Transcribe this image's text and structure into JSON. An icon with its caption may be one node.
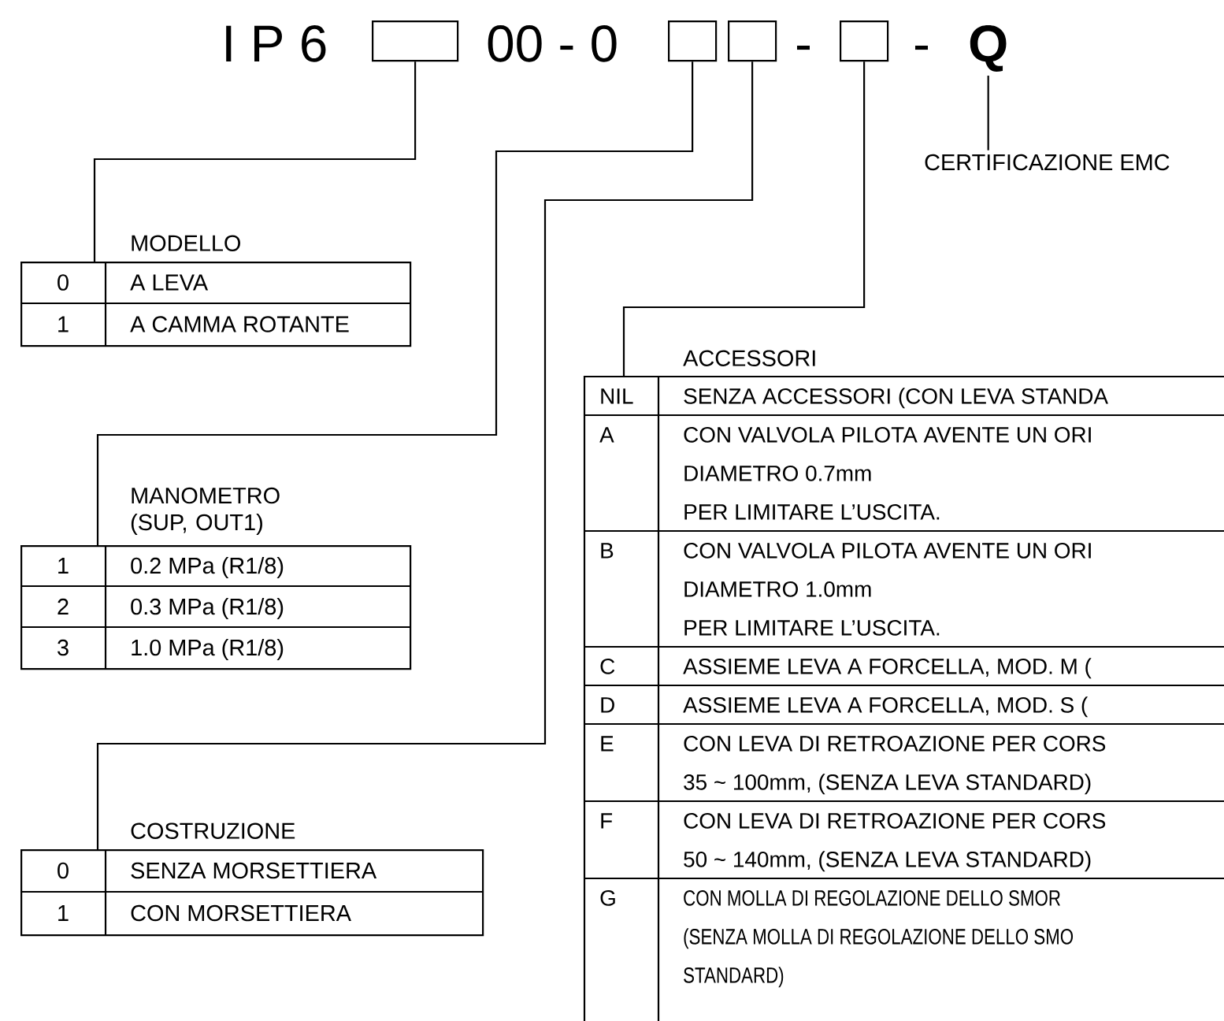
{
  "diagram": {
    "nodes": [
      {
        "text": [],
        "shape": "box"
      },
      {
        "text": [],
        "shape": "box"
      },
      {
        "text": [],
        "shape": "box"
      },
      {
        "text": [],
        "shape": "box"
      },
      {
        "text": [
          "Q"
        ]
      },
      {
        "text": [
          "CERTIFICAZIONE EMC"
        ]
      },
      {
        "text": [
          "MODELLO",
          "0",
          "A LEVA",
          "1",
          "A CAMMA ROTANTE"
        ]
      },
      {
        "text": [
          "MANOMETRO (SUP, OUT1)",
          "1",
          "0.2 MPa (R1/8)",
          "2",
          "0.3 MPa (R1/8)",
          "3",
          "1.0 MPa (R1/8)"
        ]
      },
      {
        "text": [
          "COSTRUZIONE",
          "0",
          "SENZA MORSETTIERA",
          "1",
          "CON MORSETTIERA"
        ]
      },
      {
        "text": [
          "ACCESSORI",
          "NIL",
          "SENZA ACCESSORI (CON LEVA STANDA",
          "A",
          "CON VALVOLA PILOTA AVENTE UN ORI",
          "DIAMETRO 0.7mm",
          "PER LIMITARE L’USCITA.",
          "B",
          "CON VALVOLA PILOTA AVENTE UN ORI",
          "DIAMETRO 1.0mm",
          "PER LIMITARE L’USCITA.",
          "C",
          "ASSIEME LEVA A FORCELLA, MOD. M (",
          "D",
          "ASSIEME LEVA A FORCELLA, MOD. S (",
          "E",
          "CON LEVA DI RETROAZIONE PER CORS",
          "35 ~ 100mm, (SENZA LEVA STANDARD)",
          "F",
          "CON LEVA DI RETROAZIONE PER CORS",
          "50 ~ 140mm, (SENZA LEVA STANDARD)",
          "G",
          "CON MOLLA DI REGOLAZIONE DELLO SMOR",
          "(SENZA MOLLA DI REGOLAZIONE DELLO SMO",
          "STANDARD)"
        ]
      }
    ],
    "edges": [
      {
        "from": 0,
        "to": 6,
        "arrow": "none"
      },
      {
        "from": 1,
        "to": 7,
        "arrow": "none"
      },
      {
        "from": 2,
        "to": 8,
        "arrow": "none"
      },
      {
        "from": 3,
        "to": 9,
        "arrow": "none"
      },
      {
        "from": 4,
        "to": 5,
        "arrow": "none"
      }
    ],
    "labels": [
      "I P 6",
      "00 - 0",
      "-",
      "-"
    ]
  }
}
